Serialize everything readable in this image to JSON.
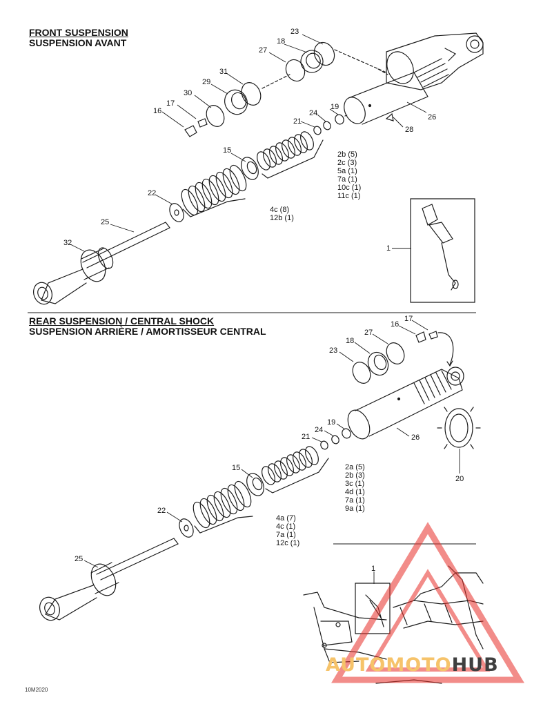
{
  "front": {
    "title_en": "FRONT SUSPENSION",
    "title_fr": "SUSPENSION AVANT",
    "labels": [
      "23",
      "18",
      "27",
      "31",
      "29",
      "30",
      "17",
      "16",
      "19",
      "24",
      "21",
      "26",
      "28",
      "15",
      "22",
      "25",
      "32",
      "1"
    ],
    "list_a": [
      "2b (5)",
      "2c (3)",
      "5a (1)",
      "7a (1)",
      "10c (1)",
      "11c (1)"
    ],
    "list_b": [
      "4c (8)",
      "12b (1)"
    ]
  },
  "rear": {
    "title_en": "REAR SUSPENSION / CENTRAL SHOCK",
    "title_fr": "SUSPENSION ARRIÈRE / AMORTISSEUR CENTRAL",
    "labels": [
      "17",
      "16",
      "27",
      "18",
      "23",
      "19",
      "24",
      "21",
      "26",
      "20",
      "15",
      "22",
      "25",
      "1"
    ],
    "list_a": [
      "2a (5)",
      "2b (3)",
      "3c (1)",
      "4d (1)",
      "7a (1)",
      "9a (1)"
    ],
    "list_b": [
      "4a (7)",
      "4c (1)",
      "7a (1)",
      "12c (1)"
    ]
  },
  "watermark": {
    "part1": "AUTOMOTO",
    "part2": "HUB",
    "color1": "#f6c36a",
    "color2": "#3f3f3f",
    "triangle_color": "#e8302a"
  },
  "figure_code": "10M2020"
}
